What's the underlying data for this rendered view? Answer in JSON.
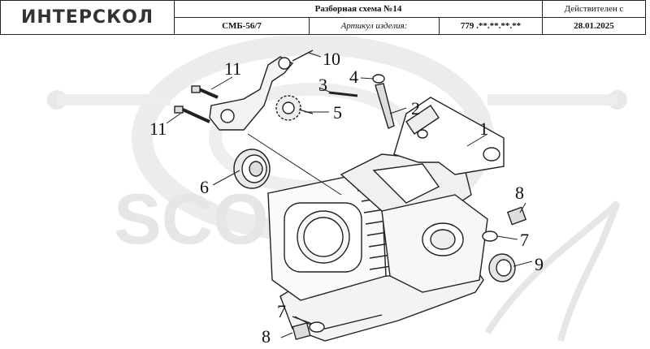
{
  "header": {
    "brand": "ИНТЕРСКОЛ",
    "title": "Разборная схема №14",
    "model": "СМБ-56/7",
    "article_label": "Артикул изделия:",
    "article_value": "779 .**.**.**.**",
    "valid_label": "Действителен с",
    "valid_date": "28.01.2025"
  },
  "watermark": {
    "text": "SCOOTER"
  },
  "callouts": [
    {
      "label": "1"
    },
    {
      "label": "2"
    },
    {
      "label": "3"
    },
    {
      "label": "4"
    },
    {
      "label": "5"
    },
    {
      "label": "6"
    },
    {
      "label": "7"
    },
    {
      "label": "7"
    },
    {
      "label": "8"
    },
    {
      "label": "8"
    },
    {
      "label": "9"
    },
    {
      "label": "10"
    },
    {
      "label": "11"
    },
    {
      "label": "11"
    }
  ]
}
